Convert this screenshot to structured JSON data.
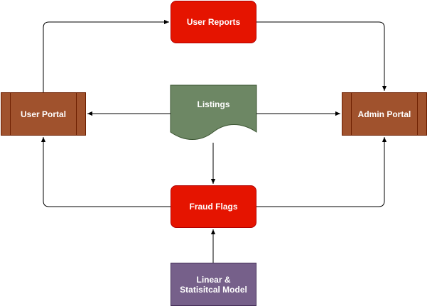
{
  "diagram": {
    "nodes": {
      "user_reports": "User Reports",
      "listings": "Listings",
      "user_portal": "User Portal",
      "admin_portal": "Admin Portal",
      "fraud_flags": "Fraud Flags",
      "model": "Linear & Statisitcal Model"
    },
    "colors": {
      "process_fill": "#e51400",
      "process_stroke": "#b20000",
      "subprocess_fill": "#a0522d",
      "subprocess_stroke": "#6d1f00",
      "document_fill": "#6d8764",
      "document_stroke": "#3a5431",
      "model_fill": "#76608a",
      "model_stroke": "#432d57",
      "edge": "#000000"
    }
  }
}
